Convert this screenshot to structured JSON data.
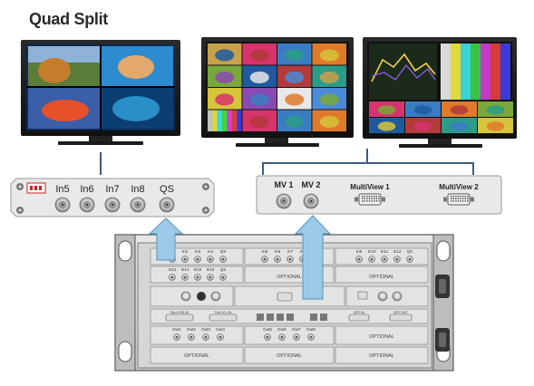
{
  "title": "Quad Split",
  "left_panel": {
    "ports": [
      "In5",
      "In6",
      "In7",
      "In8",
      "QS"
    ]
  },
  "right_panel": {
    "bnc_ports": [
      "MV 1",
      "MV 2"
    ],
    "dvi_ports": [
      "MultiView 1",
      "MultiView 2"
    ]
  },
  "chassis": {
    "row1": {
      "ports_a": [
        "In1",
        "In2",
        "In3",
        "In4",
        "QS"
      ],
      "ports_b": [
        "In5",
        "In6",
        "In7",
        "In8",
        "QS"
      ],
      "ports_c": [
        "In9",
        "In10",
        "In11",
        "In12",
        "QS"
      ]
    },
    "row2": {
      "ports_a": [
        "In13",
        "In14",
        "In15",
        "In16",
        "QS"
      ],
      "optional_1": "OPTIONAL",
      "optional_2": "OPTIONAL"
    },
    "row4": {
      "tally_1": "TALLY29-32",
      "tally_2": "TALLY1-28",
      "gpi_in": "GPI IN",
      "gpi_out": "GPI OUT"
    },
    "row5": {
      "outs_a": [
        "Out1",
        "Out2",
        "Out3",
        "Out4"
      ],
      "outs_b": [
        "Out5",
        "Out6",
        "Out7",
        "Out8"
      ],
      "optional": "OPTIONAL"
    },
    "row6": {
      "optional_1": "OPTIONAL",
      "optional_2": "OPTIONAL",
      "optional_3": "OPTIONAL"
    }
  },
  "colors": {
    "connector_line": "#3d5a80",
    "arrow_fill": "#9ccbea",
    "panel_fill": "#e9e9e9",
    "chassis_fill": "#dcdcdc"
  }
}
